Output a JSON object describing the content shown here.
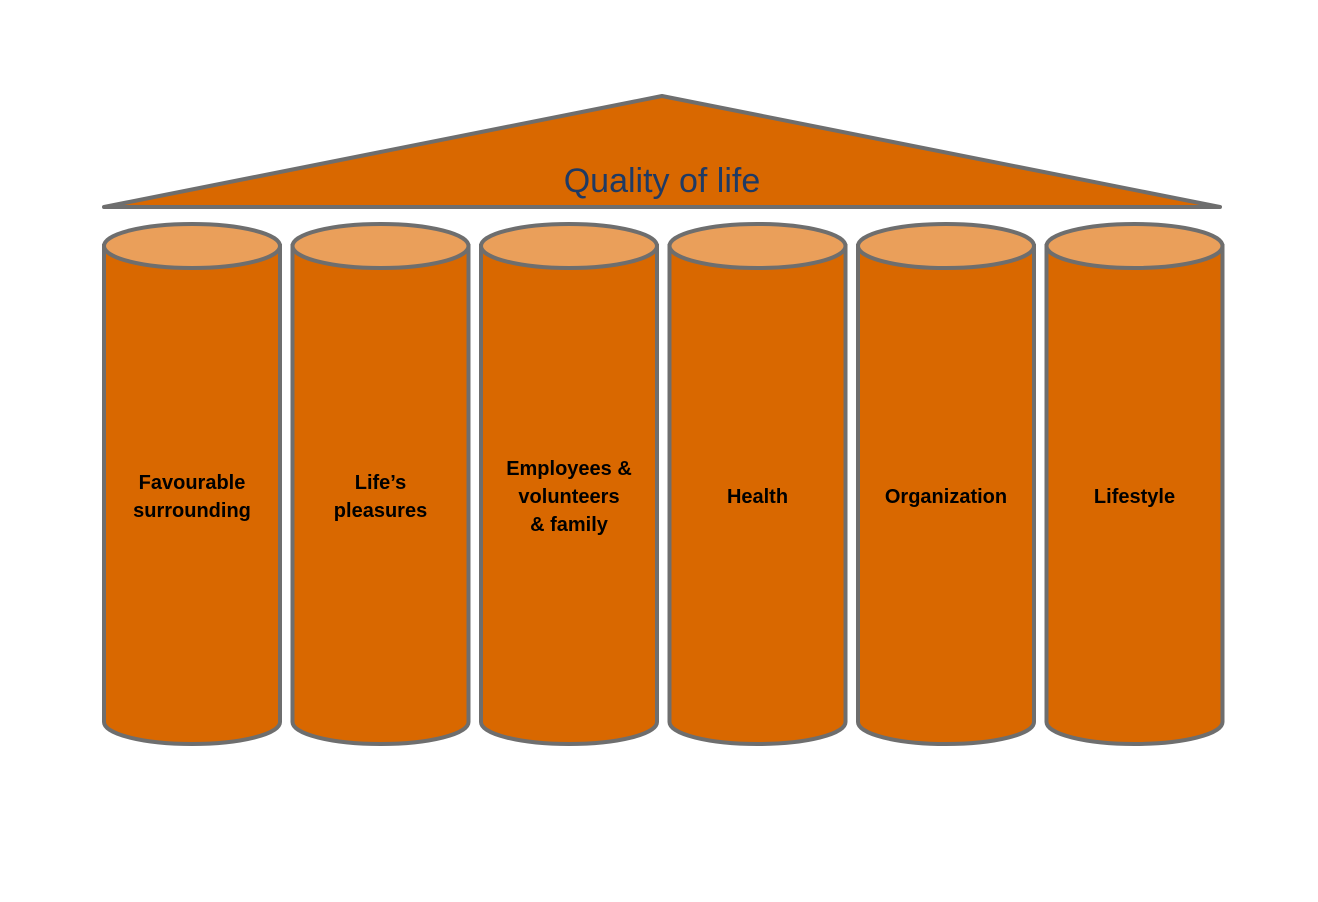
{
  "roof": {
    "title": "Quality of life"
  },
  "pillars": [
    {
      "label_lines": [
        "Favourable",
        "surrounding"
      ]
    },
    {
      "label_lines": [
        "Life’s",
        "pleasures"
      ]
    },
    {
      "label_lines": [
        "Employees &",
        "volunteers",
        "& family"
      ]
    },
    {
      "label_lines": [
        "Health"
      ]
    },
    {
      "label_lines": [
        "Organization"
      ]
    },
    {
      "label_lines": [
        "Lifestyle"
      ]
    }
  ],
  "colors": {
    "body": "#d96800",
    "top": "#ea9f5a",
    "outline": "#6e6e6e",
    "title": "#1f3a64"
  }
}
